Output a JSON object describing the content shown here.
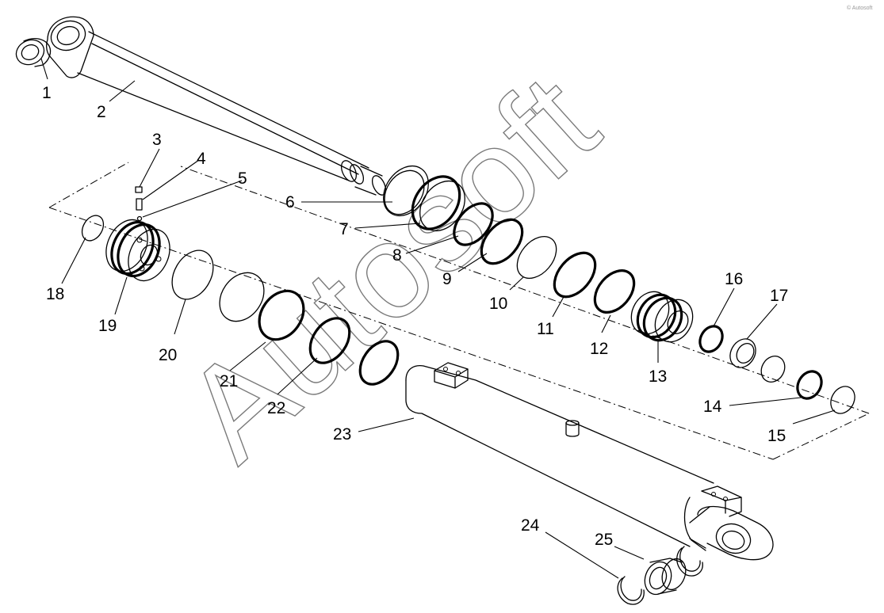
{
  "watermark": {
    "text": "Autosoft",
    "corner_text": "© Autosoft"
  },
  "callouts": [
    "1",
    "2",
    "3",
    "4",
    "5",
    "6",
    "7",
    "8",
    "9",
    "10",
    "11",
    "12",
    "13",
    "14",
    "15",
    "16",
    "17",
    "18",
    "19",
    "20",
    "21",
    "22",
    "23",
    "24",
    "25"
  ]
}
